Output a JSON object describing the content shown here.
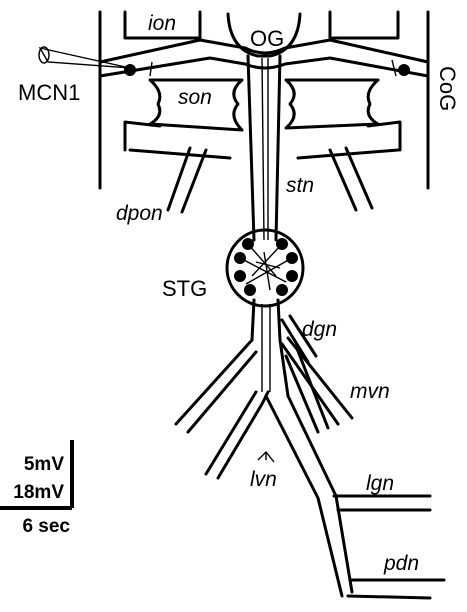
{
  "labels": {
    "og": "OG",
    "cog": "CoG",
    "mcn1": "MCN1",
    "ion": "ion",
    "son": "son",
    "stn": "stn",
    "dpon": "dpon",
    "stg": "STG",
    "dgn": "dgn",
    "mvn": "mvn",
    "lvn": "lvn",
    "lgn": "lgn",
    "pdn": "pdn"
  },
  "scale_bar": {
    "v1": "5mV",
    "v2": "18mV",
    "time": "6 sec"
  }
}
